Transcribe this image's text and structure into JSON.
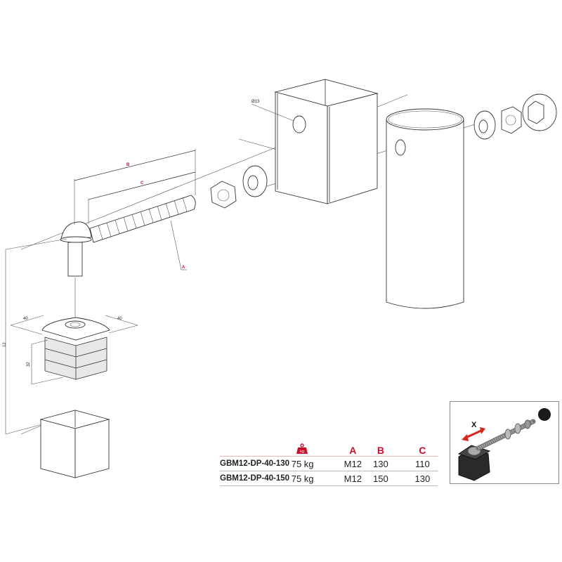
{
  "drawing": {
    "title": "Gate hinge bolt exploded assembly",
    "dimension_labels": {
      "hole_diameter": "Ø13",
      "B": "B",
      "C": "C",
      "A": "A",
      "width_left": "40",
      "width_right": "40",
      "cap_height": "32",
      "total_height": "12"
    },
    "parts": [
      "hinge-bolt",
      "hex-nut",
      "washer",
      "square-tube-post",
      "round-tube-post",
      "end-cap-insert",
      "square-tube-bottom",
      "acorn-nut"
    ]
  },
  "spec_table": {
    "headers": {
      "load_icon": "weight-kg-icon",
      "load_icon_label": "kg",
      "A": "A",
      "B": "B",
      "C": "C"
    },
    "rows": [
      {
        "model": "GBM12-DP-40-130",
        "load": "75 kg",
        "A": "M12",
        "B": "130",
        "C": "110"
      },
      {
        "model": "GBM12-DP-40-150",
        "load": "75 kg",
        "A": "M12",
        "B": "150",
        "C": "130"
      }
    ],
    "accent_color": "#c8102e"
  },
  "inset": {
    "label": "X",
    "arrow_color": "#d9261c"
  }
}
